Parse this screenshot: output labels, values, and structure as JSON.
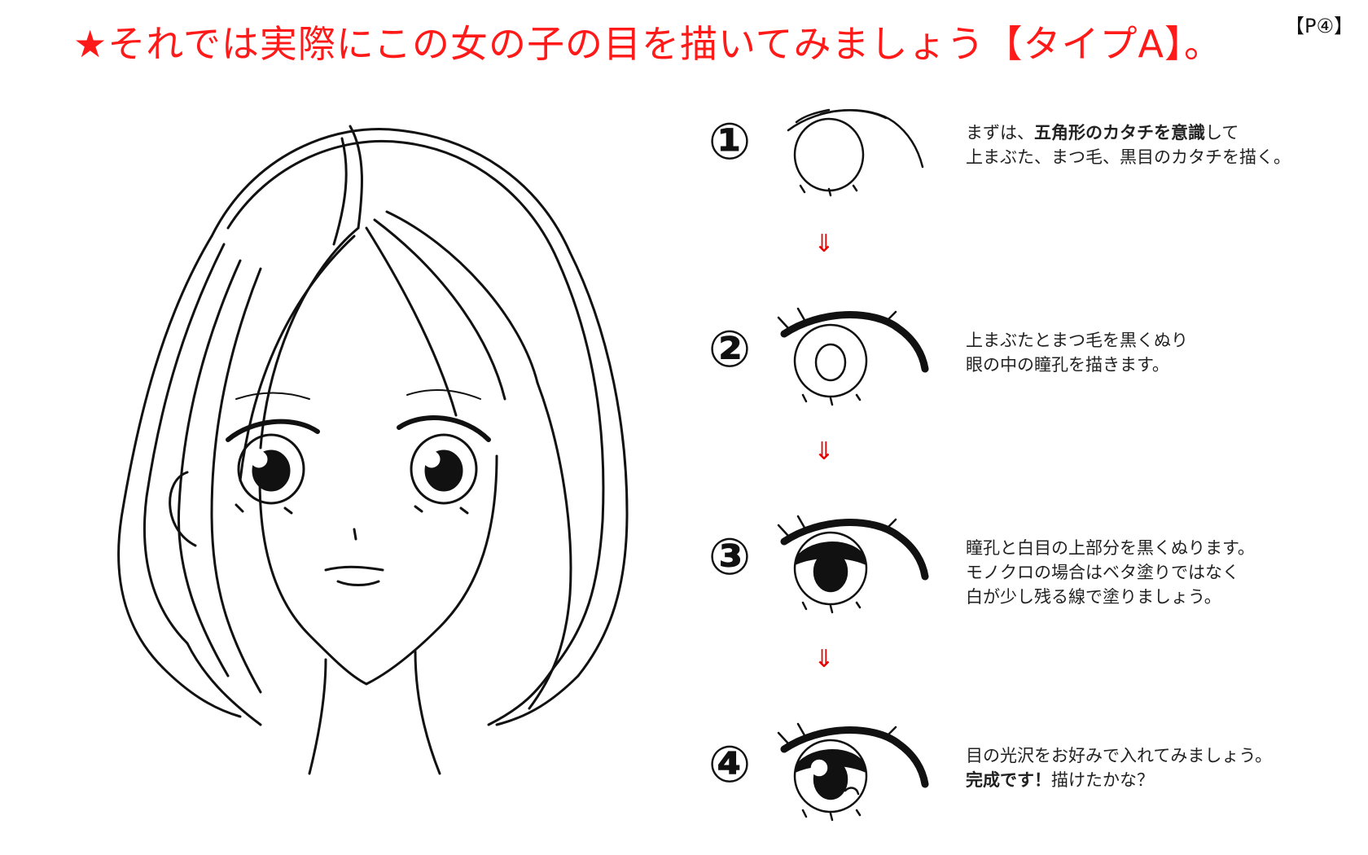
{
  "header": {
    "title": "★それでは実際にこの女の子の目を描いてみましょう【タイプA】。",
    "page_tag": "【P④】"
  },
  "colors": {
    "title": "#ff1a1a",
    "arrow": "#e60000",
    "ink": "#111111",
    "text": "#222222"
  },
  "steps": [
    {
      "number": "①",
      "icon": "eye-outline-sketch-icon",
      "line1_pre": "まずは、",
      "line1_bold": "五角形のカタチを意識",
      "line1_post": "して",
      "line2": "上まぶた、まつ毛、黒目のカタチを描く。"
    },
    {
      "number": "②",
      "icon": "eye-lashes-pupil-icon",
      "line1": "上まぶたとまつ毛を黒くぬり",
      "line2": "眼の中の瞳孔を描きます。"
    },
    {
      "number": "③",
      "icon": "eye-shaded-icon",
      "line1": "瞳孔と白目の上部分を黒くぬります。",
      "line2": "モノクロの場合はベタ塗りではなく",
      "line3": "白が少し残る線で塗りましょう。"
    },
    {
      "number": "④",
      "icon": "eye-finished-icon",
      "line1": "目の光沢をお好みで入れてみましょう。",
      "line2_bold": "完成です！",
      "line2_post": "描けたかな？"
    }
  ],
  "arrows": [
    "⇓",
    "⇓",
    "⇓"
  ],
  "illustration": {
    "icon": "girl-portrait-icon"
  }
}
